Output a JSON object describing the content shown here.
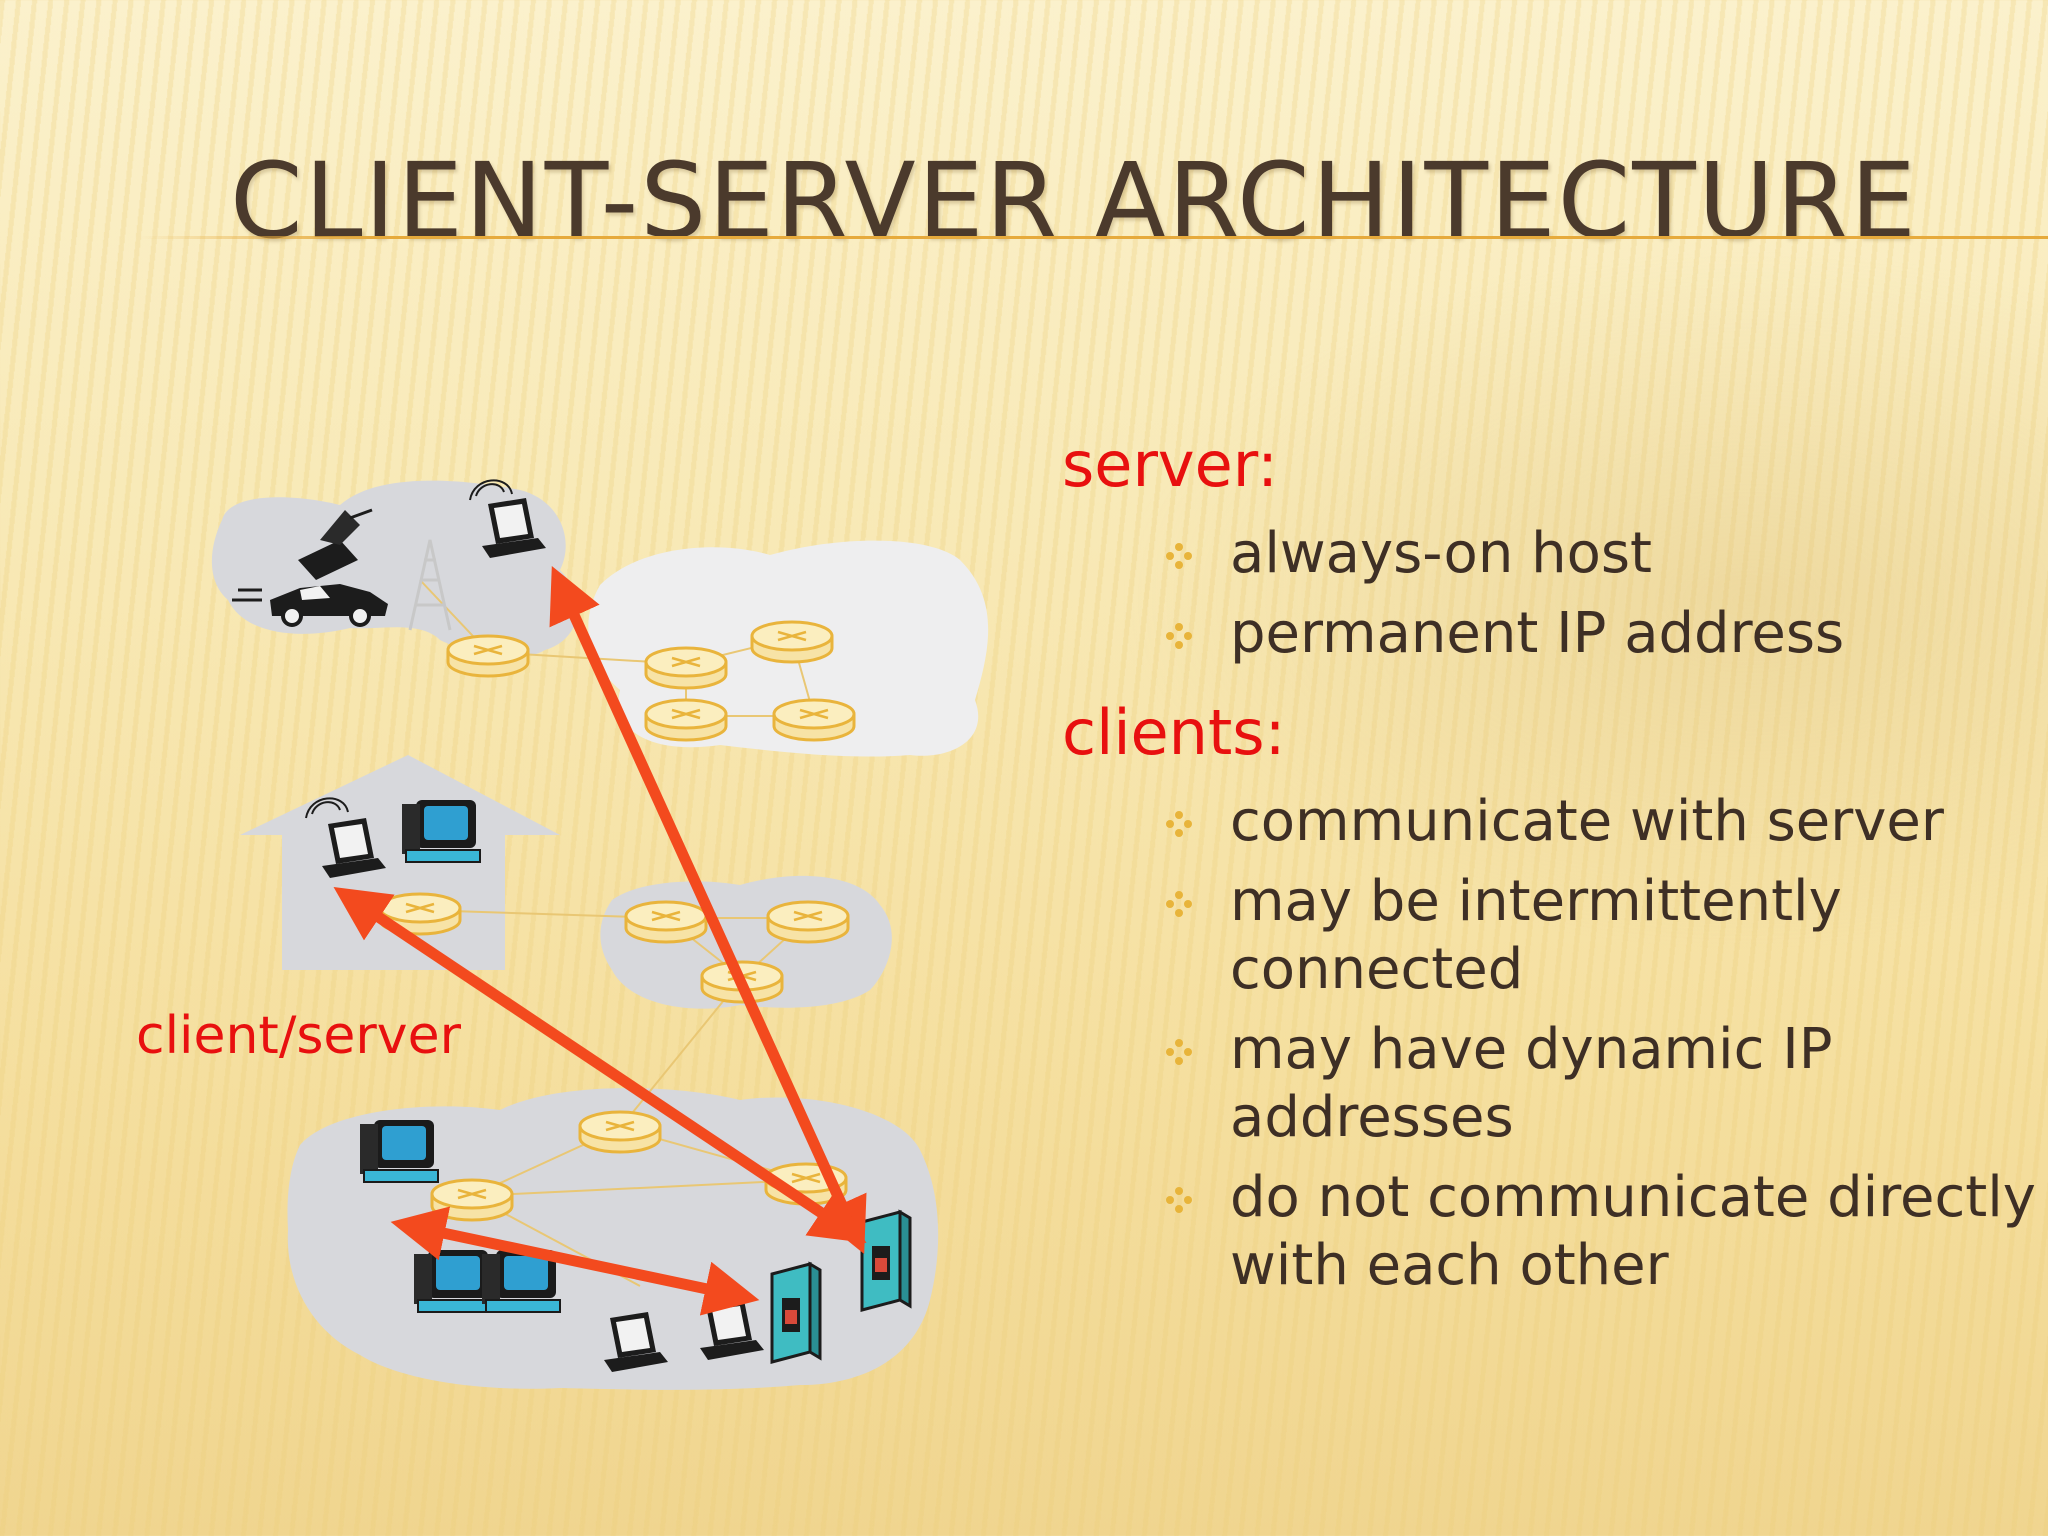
{
  "title": "CLIENT-SERVER ARCHITECTURE",
  "server": {
    "heading": "server:",
    "bullets": [
      "always-on host",
      "permanent IP address"
    ]
  },
  "clients": {
    "heading": "clients:",
    "bullets": [
      "communicate with server",
      "may be intermittently connected",
      "may have dynamic IP addresses",
      "do not communicate directly with each other"
    ]
  },
  "diagram": {
    "label": "client/server"
  },
  "colors": {
    "title": "#4b3a2c",
    "heading": "#e8100f",
    "body": "#3e2f25",
    "arrow": "#f34a1e",
    "bullet": "#e8b43a",
    "cloud": "#d7d8dc"
  }
}
